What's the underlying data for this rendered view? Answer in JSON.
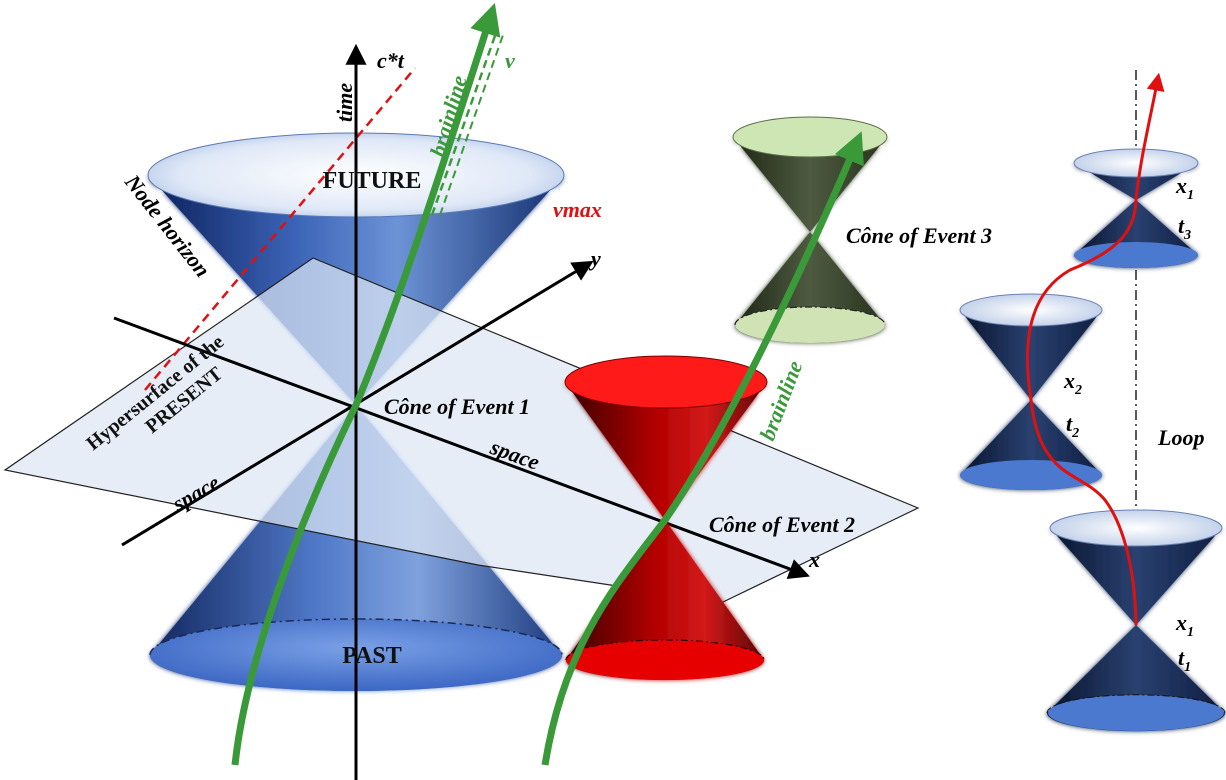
{
  "axes": {
    "time_label": "time",
    "ct_label": "c*t",
    "y_label": "y",
    "x_label": "x",
    "space_label_1": "space",
    "space_label_2": "space"
  },
  "main_cone": {
    "future_label": "FUTURE",
    "past_label": "PAST",
    "event_label": "Cône of Event 1"
  },
  "hypersurface": {
    "line1": "Hypersurface of the",
    "line2": "PRESENT"
  },
  "node_horizon_label": "Node horizon",
  "velocity": {
    "v_label": "v",
    "vmax_label": "vmax",
    "vmax_color": "#e01010"
  },
  "brainline": {
    "label_1": "brainline",
    "label_2": "brainline",
    "color": "#3a9a3a"
  },
  "event_2_label": "Cône of Event 2",
  "event_3_label": "Cône of Event 3",
  "loop": {
    "loop_label": "Loop",
    "cone_top": {
      "x": "x",
      "x_sub": "1",
      "t": "t",
      "t_sub": "3"
    },
    "cone_mid": {
      "x": "x",
      "x_sub": "2",
      "t": "t",
      "t_sub": "2"
    },
    "cone_bottom": {
      "x": "x",
      "x_sub": "1",
      "t": "t",
      "t_sub": "1"
    },
    "path_color": "#e01010"
  }
}
